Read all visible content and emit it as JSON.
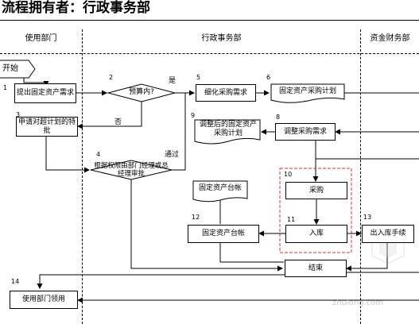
{
  "title": "流程拥有者：行政事务部",
  "lanes": {
    "user_dept": "使用部门",
    "admin_dept": "行政事务部",
    "finance_dept": "资金财务部"
  },
  "start_label": "开始",
  "steps": {
    "s1": {
      "num": "1",
      "text": "提出固定资产需求"
    },
    "s2": {
      "num": "2",
      "text": "预算内?"
    },
    "s3": {
      "num": "3",
      "text": "申请对超计划的特批"
    },
    "s4": {
      "num": "4",
      "text": "根据权限由部门经理或总经理审批"
    },
    "s5": {
      "num": "5",
      "text": "细化采购需求"
    },
    "s6": {
      "num": "6",
      "text": "固定资产采购计划"
    },
    "s8": {
      "num": "8",
      "text": "调整采购需求"
    },
    "s9": {
      "num": "9",
      "text": "调整后的固定资产采购计划"
    },
    "s10": {
      "num": "10",
      "text": "采购"
    },
    "s11": {
      "num": "11",
      "text": "入库"
    },
    "s12": {
      "num": "12",
      "text": "固定资产台帐"
    },
    "s12_doc": {
      "text": "固定资产台帐"
    },
    "s13": {
      "num": "13",
      "text": "出入库手续"
    },
    "s14": {
      "num": "14",
      "text": "使用部门领用"
    },
    "end": {
      "text": "结束"
    }
  },
  "edge_labels": {
    "yes": "是",
    "no": "否",
    "pass": "通过"
  },
  "watermark": "zhulong.com",
  "colors": {
    "line": "#000000",
    "highlight": "#e03030",
    "watermark": "#c8c8c8"
  }
}
